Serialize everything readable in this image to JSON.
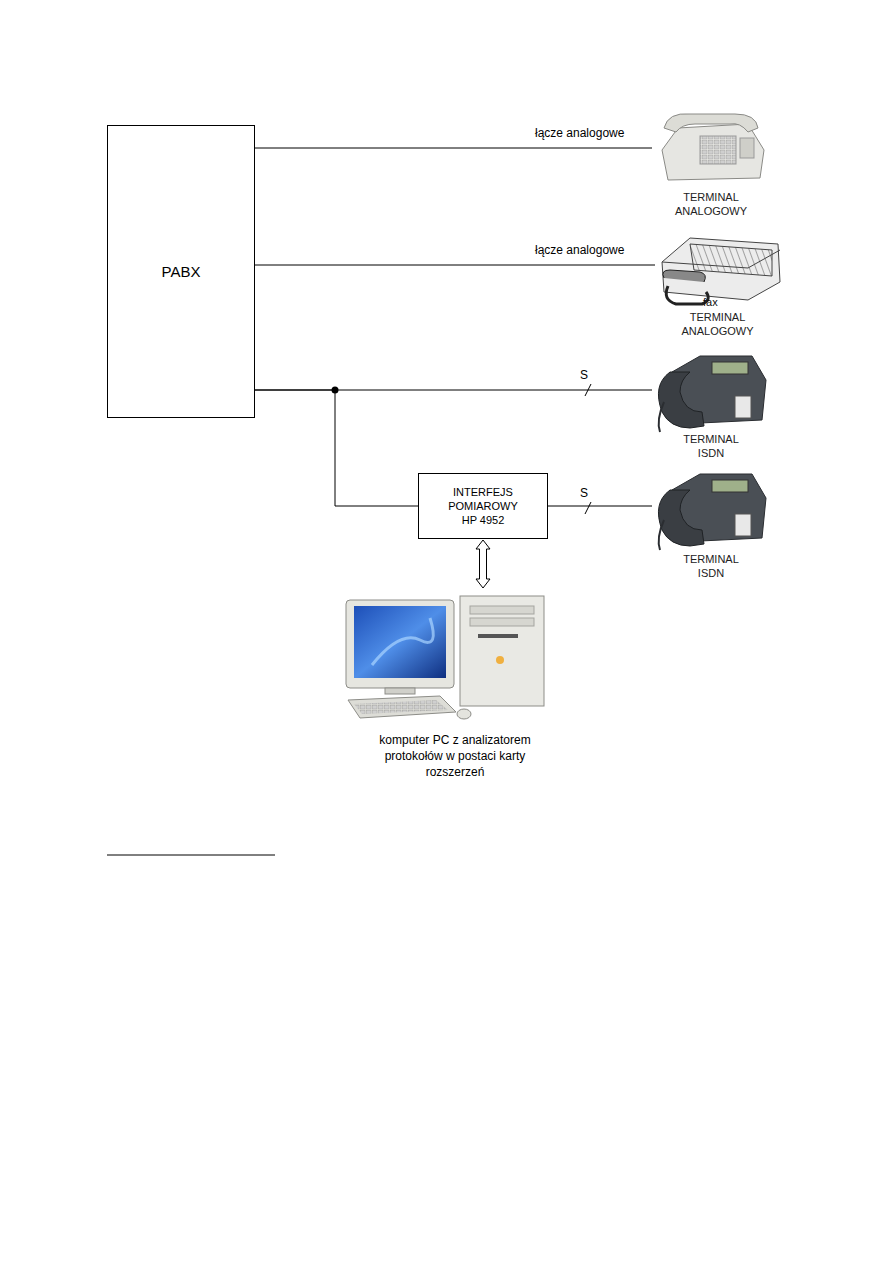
{
  "diagram": {
    "nodes": [
      {
        "text": [
          "PABX"
        ]
      },
      {
        "text": [
          "TERMINAL ANALOGOWY"
        ]
      },
      {
        "text": [
          "fax",
          "TERMINAL ANALOGOWY"
        ]
      },
      {
        "text": [
          "TERMINAL ISDN"
        ]
      },
      {
        "text": [
          "INTERFEJS POMIAROWY HP 4952"
        ]
      },
      {
        "text": [
          "TERMINAL ISDN"
        ]
      },
      {
        "text": [
          "komputer PC z analizatorem protokołów w postaci karty rozszerzeń"
        ]
      }
    ],
    "edges": [
      {
        "from": 0,
        "to": 1,
        "arrow": "none",
        "label": "łącze analogowe"
      },
      {
        "from": 0,
        "to": 2,
        "arrow": "none",
        "label": "łącze analogowe"
      },
      {
        "from": 0,
        "to": 3,
        "arrow": "none",
        "label": "S"
      },
      {
        "from": 0,
        "to": 4,
        "arrow": "none"
      },
      {
        "from": 4,
        "to": 5,
        "arrow": "none",
        "label": "S"
      },
      {
        "from": 4,
        "to": 6,
        "arrow": "both"
      }
    ]
  }
}
